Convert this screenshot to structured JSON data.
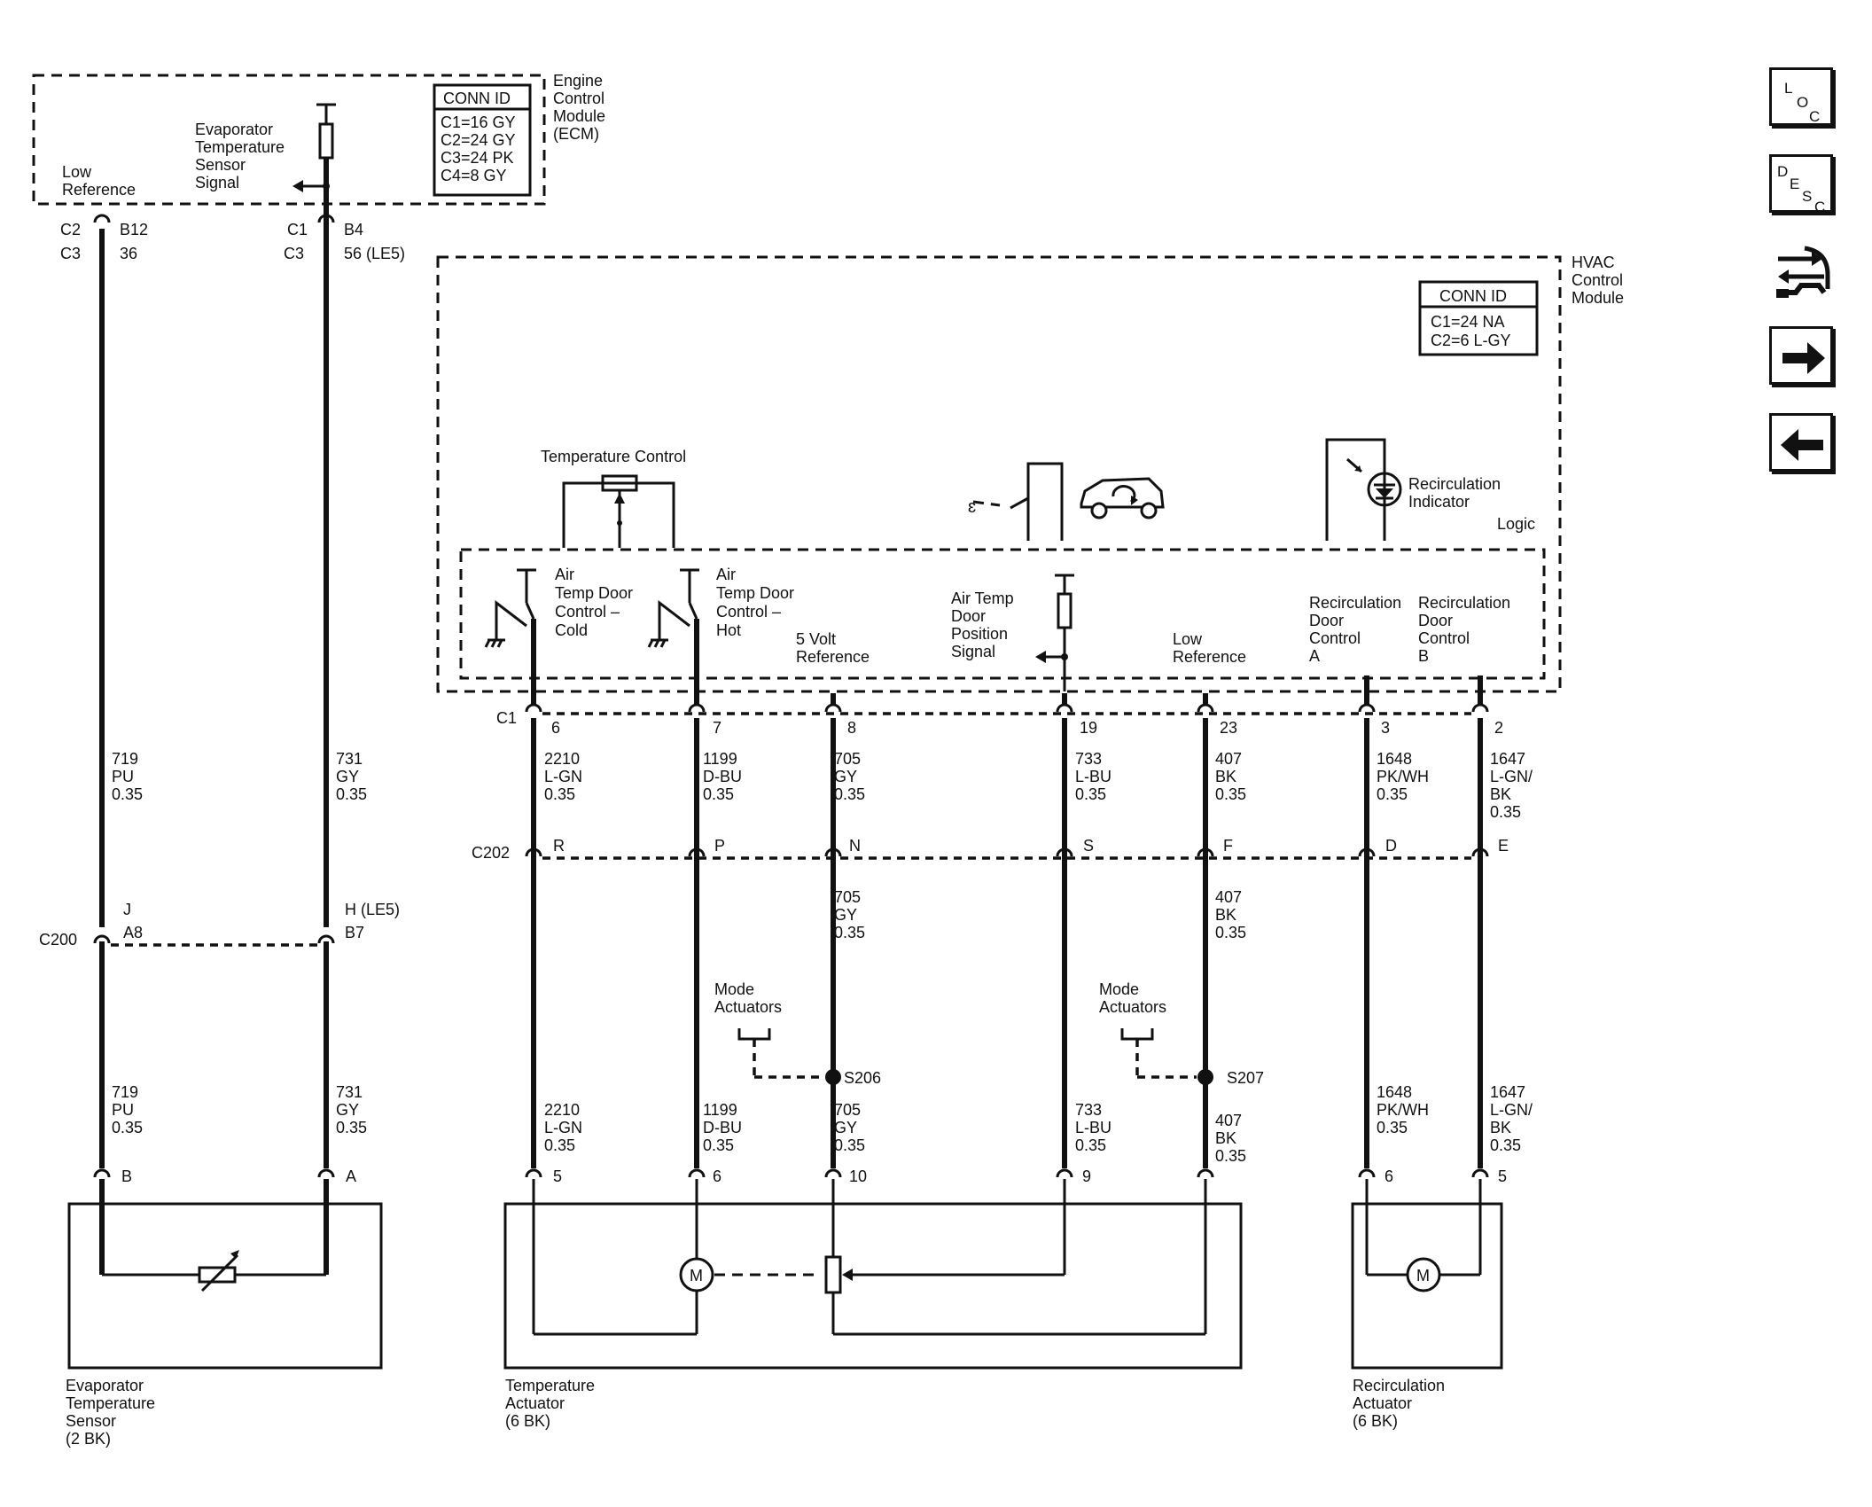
{
  "ecm": {
    "name": [
      "Engine",
      "Control",
      "Module",
      "(ECM)"
    ],
    "conn_header": "CONN ID",
    "conn": [
      "C1=16 GY",
      "C2=24 GY",
      "C3=24 PK",
      "C4=8 GY"
    ],
    "low_ref": [
      "Low",
      "Reference"
    ],
    "evap_signal": [
      "Evaporator",
      "Temperature",
      "Sensor",
      "Signal"
    ],
    "pin_left": [
      "C2",
      "B12",
      "C3",
      "36"
    ],
    "pin_right": [
      "C1",
      "B4",
      "C3",
      "56 (LE5)"
    ]
  },
  "hvac": {
    "name": [
      "HVAC",
      "Control",
      "Module"
    ],
    "conn_header": "CONN ID",
    "conn": [
      "C1=24 NA",
      "C2=6 L-GY"
    ],
    "temp_control": "Temperature Control",
    "recirc_indicator": [
      "Recirculation",
      "Indicator"
    ],
    "logic": "Logic",
    "cold": [
      "Air",
      "Temp Door",
      "Control –",
      "Cold"
    ],
    "hot": [
      "Air",
      "Temp Door",
      "Control –",
      "Hot"
    ],
    "five_volt": [
      "5 Volt",
      "Reference"
    ],
    "door_pos": [
      "Air Temp",
      "Door",
      "Position",
      "Signal"
    ],
    "low_ref": [
      "Low",
      "Reference"
    ],
    "recirc_a": [
      "Recirculation",
      "Door",
      "Control",
      "A"
    ],
    "recirc_b": [
      "Recirculation",
      "Door",
      "Control",
      "B"
    ],
    "c1_label": "C1",
    "c1_pins": [
      "6",
      "7",
      "8",
      "19",
      "23",
      "3",
      "2"
    ]
  },
  "wires_upper": [
    [
      "719",
      "PU",
      "0.35"
    ],
    [
      "731",
      "GY",
      "0.35"
    ],
    [
      "2210",
      "L-GN",
      "0.35"
    ],
    [
      "1199",
      "D-BU",
      "0.35"
    ],
    [
      "705",
      "GY",
      "0.35"
    ],
    [
      "733",
      "L-BU",
      "0.35"
    ],
    [
      "407",
      "BK",
      "0.35"
    ],
    [
      "1648",
      "PK/WH",
      "0.35"
    ],
    [
      "1647",
      "L-GN/",
      "BK",
      "0.35"
    ]
  ],
  "c202": {
    "label": "C202",
    "pins": [
      "R",
      "P",
      "N",
      "S",
      "F",
      "D",
      "E"
    ]
  },
  "c202_below": {
    "w705": [
      "705",
      "GY",
      "0.35"
    ],
    "w407": [
      "407",
      "BK",
      "0.35"
    ]
  },
  "c200": {
    "label": "C200",
    "left": [
      "J",
      "A8"
    ],
    "right": [
      "H (LE5)",
      "B7"
    ]
  },
  "mode_actuators": [
    "Mode",
    "Actuators"
  ],
  "splices": [
    "S206",
    "S207"
  ],
  "wires_lower": [
    [
      "719",
      "PU",
      "0.35"
    ],
    [
      "731",
      "GY",
      "0.35"
    ],
    [
      "2210",
      "L-GN",
      "0.35"
    ],
    [
      "1199",
      "D-BU",
      "0.35"
    ],
    [
      "705",
      "GY",
      "0.35"
    ],
    [
      "733",
      "L-BU",
      "0.35"
    ],
    [
      "407",
      "BK",
      "0.35"
    ],
    [
      "1648",
      "PK/WH",
      "0.35"
    ],
    [
      "1647",
      "L-GN/",
      "BK",
      "0.35"
    ]
  ],
  "evap_sensor": {
    "pins": [
      "B",
      "A"
    ],
    "name": [
      "Evaporator",
      "Temperature",
      "Sensor",
      "(2 BK)"
    ]
  },
  "temp_actuator": {
    "pins": [
      "5",
      "6",
      "10",
      "9"
    ],
    "motor": "M",
    "name": [
      "Temperature",
      "Actuator",
      "(6 BK)"
    ]
  },
  "recirc_actuator": {
    "pins": [
      "6",
      "5"
    ],
    "motor": "M",
    "name": [
      "Recirculation",
      "Actuator",
      "(6 BK)"
    ]
  },
  "nav": {
    "loc": [
      "L",
      "O",
      "C"
    ],
    "desc": [
      "D",
      "E",
      "S",
      "C"
    ]
  }
}
